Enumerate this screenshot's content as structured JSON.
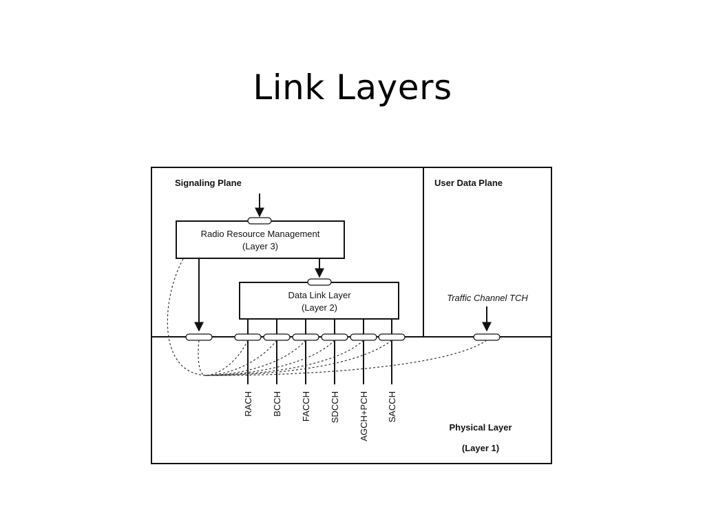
{
  "slide": {
    "title": "Link Layers"
  },
  "diagram": {
    "signaling_plane": "Signaling Plane",
    "user_data_plane": "User Data Plane",
    "rrm": {
      "line1": "Radio Resource Management",
      "line2": "(Layer 3)"
    },
    "dll": {
      "line1": "Data Link Layer",
      "line2": "(Layer 2)"
    },
    "traffic_channel": "Traffic Channel TCH",
    "physical": {
      "line1": "Physical Layer",
      "line2": "(Layer 1)"
    },
    "channels": [
      "RACH",
      "BCCH",
      "FACCH",
      "SDCCH",
      "AGCH+PCH",
      "SACCH"
    ]
  }
}
